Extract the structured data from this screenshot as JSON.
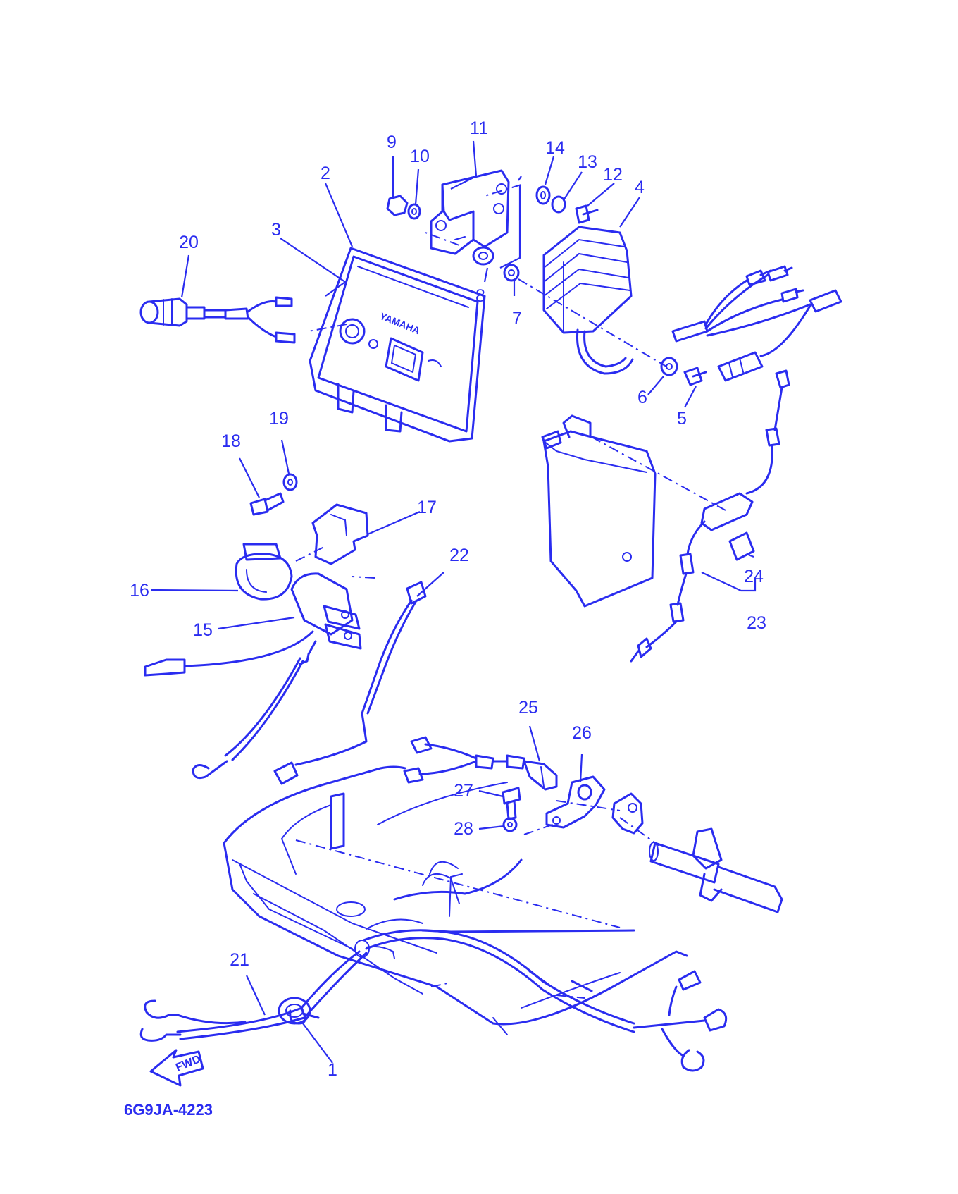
{
  "diagram_code": "6G9JA-4223",
  "logo_text": "YAMAHA",
  "fwd_label": "FWD",
  "color": "#2a2cf0",
  "callouts": [
    "1",
    "2",
    "3",
    "4",
    "5",
    "6",
    "7",
    "8",
    "9",
    "10",
    "11",
    "12",
    "13",
    "14",
    "15",
    "16",
    "17",
    "18",
    "19",
    "20",
    "21",
    "22",
    "23",
    "24",
    "25",
    "26",
    "27",
    "28"
  ]
}
